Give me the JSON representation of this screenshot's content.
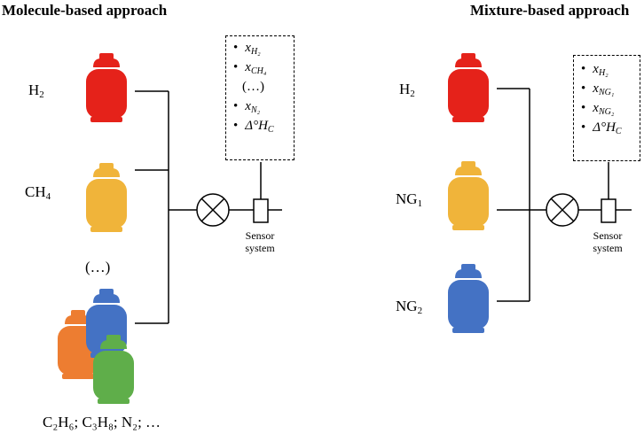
{
  "left_panel": {
    "title": "Molecule-based approach",
    "gas_labels": [
      {
        "main": "H",
        "sub": "2",
        "rest": ""
      },
      {
        "main": "CH",
        "sub": "4",
        "rest": ""
      }
    ],
    "ellipsis_label": "(…)",
    "bottom_label": "C₂H₆; C₃H₈; N₂; …",
    "sensor_label_line1": "Sensor",
    "sensor_label_line2": "system",
    "outputs": [
      {
        "sym": "x",
        "sub": "H₂"
      },
      {
        "sym": "x",
        "sub": "CH₄"
      },
      {
        "plain": "(…)"
      },
      {
        "sym": "x",
        "sub": "N₂"
      },
      {
        "sym": "Δ°H",
        "sub": "C"
      }
    ]
  },
  "right_panel": {
    "title": "Mixture-based approach",
    "gas_labels": [
      {
        "main": "H",
        "sub": "2"
      },
      {
        "main": "NG",
        "sub": "1"
      },
      {
        "main": "NG",
        "sub": "2"
      }
    ],
    "sensor_label_line1": "Sensor",
    "sensor_label_line2": "system",
    "outputs": [
      {
        "sym": "x",
        "sub": "H₂"
      },
      {
        "sym": "x",
        "sub": "NG₁"
      },
      {
        "sym": "x",
        "sub": "NG₂"
      },
      {
        "sym": "Δ°H",
        "sub": "C"
      }
    ]
  },
  "colors": {
    "red": "#e5221a",
    "yellow": "#f0b43a",
    "blue": "#4472c4",
    "orange": "#ed7d31",
    "green": "#5fae4a"
  },
  "icons": [
    "gas-cylinder-icon",
    "mixing-valve-icon",
    "sensor-icon"
  ]
}
